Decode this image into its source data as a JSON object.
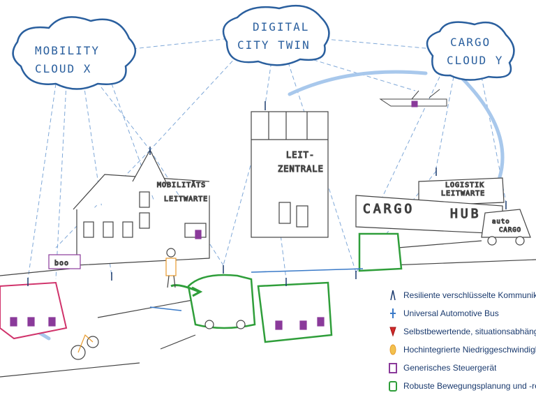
{
  "clouds": {
    "mobility": [
      "MOBILITY",
      "CLOUD X"
    ],
    "twin": [
      "DIGITAL",
      "CITY TWIN"
    ],
    "cargo": [
      "CARGO",
      "CLOUD Y"
    ]
  },
  "buildings": {
    "mobility_control": [
      "MOBILITÄTS",
      "LEITWARTE"
    ],
    "control_center": [
      "LEIT-",
      "ZENTRALE"
    ],
    "logistics": [
      "LOGISTIK",
      "LEITWARTE"
    ],
    "cargo_hub": [
      "CARGO",
      "HUB"
    ]
  },
  "vehicles": {
    "autocargo": [
      "auto",
      "CARGO"
    ],
    "shuttle_label": "boo"
  },
  "legend": [
    {
      "icon": "antenna-icon",
      "text": "Resiliente verschlüsselte Kommunikation"
    },
    {
      "icon": "bus-line-icon",
      "text": "Universal Automotive Bus"
    },
    {
      "icon": "red-sensor-icon",
      "text": "Selbstbewertende, situationsabhängige Sensorik"
    },
    {
      "icon": "orange-chip-icon",
      "text": "Hochintegrierte Niedriggeschwindigkeitselektronik"
    },
    {
      "icon": "purple-ecu-icon",
      "text": "Generisches Steuergerät"
    },
    {
      "icon": "green-motion-icon",
      "text": "Robuste Bewegungsplanung und -regelung"
    }
  ],
  "colors": {
    "cloud": "#2a5f9e",
    "link": "#7fa8d8",
    "sensor": "#d22b2b",
    "chip": "#e89a2c",
    "ecu": "#8a3a9a",
    "motion": "#2f9e3a",
    "bus": "#3a7ac8",
    "ink": "#444444"
  }
}
